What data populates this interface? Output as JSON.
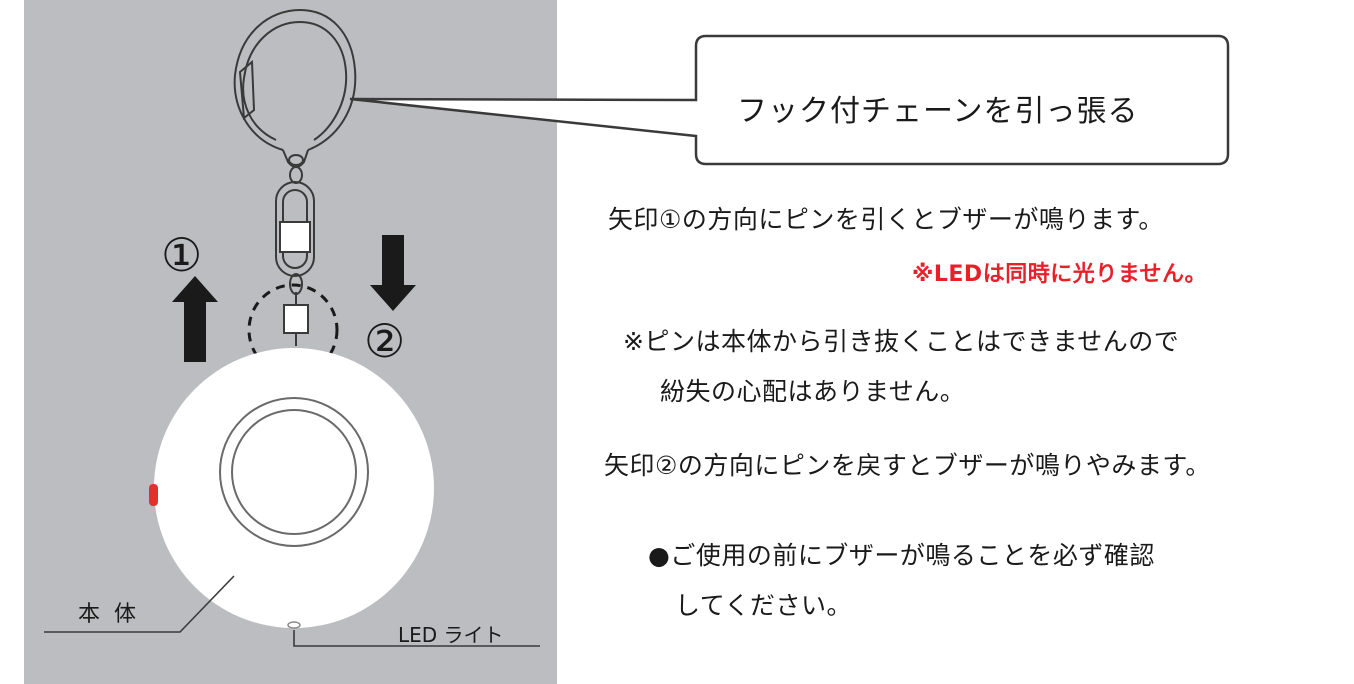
{
  "callout": {
    "text": "フック付チェーンを引っ張る"
  },
  "instructions": {
    "pull_pin": "矢印①の方向にピンを引くとブザーが鳴ります。",
    "led_note": "※LEDは同時に光りません。",
    "pin_note_line1": "※ピンは本体から引き抜くことはできませんので",
    "pin_note_line2": "紛失の心配はありません。",
    "return_pin": "矢印②の方向にピンを戻すとブザーが鳴りやみます。",
    "confirm_line1": "●ご使用の前にブザーが鳴ることを必ず確認",
    "confirm_line2": "してください。"
  },
  "labels": {
    "arrow1": "①",
    "arrow2": "②",
    "body": "本体",
    "led": "LED ライト"
  },
  "colors": {
    "panel_gray": "#bcbdc0",
    "warning_red": "#e8202a",
    "device_white": "#ffffff",
    "button_red": "#e03030"
  }
}
